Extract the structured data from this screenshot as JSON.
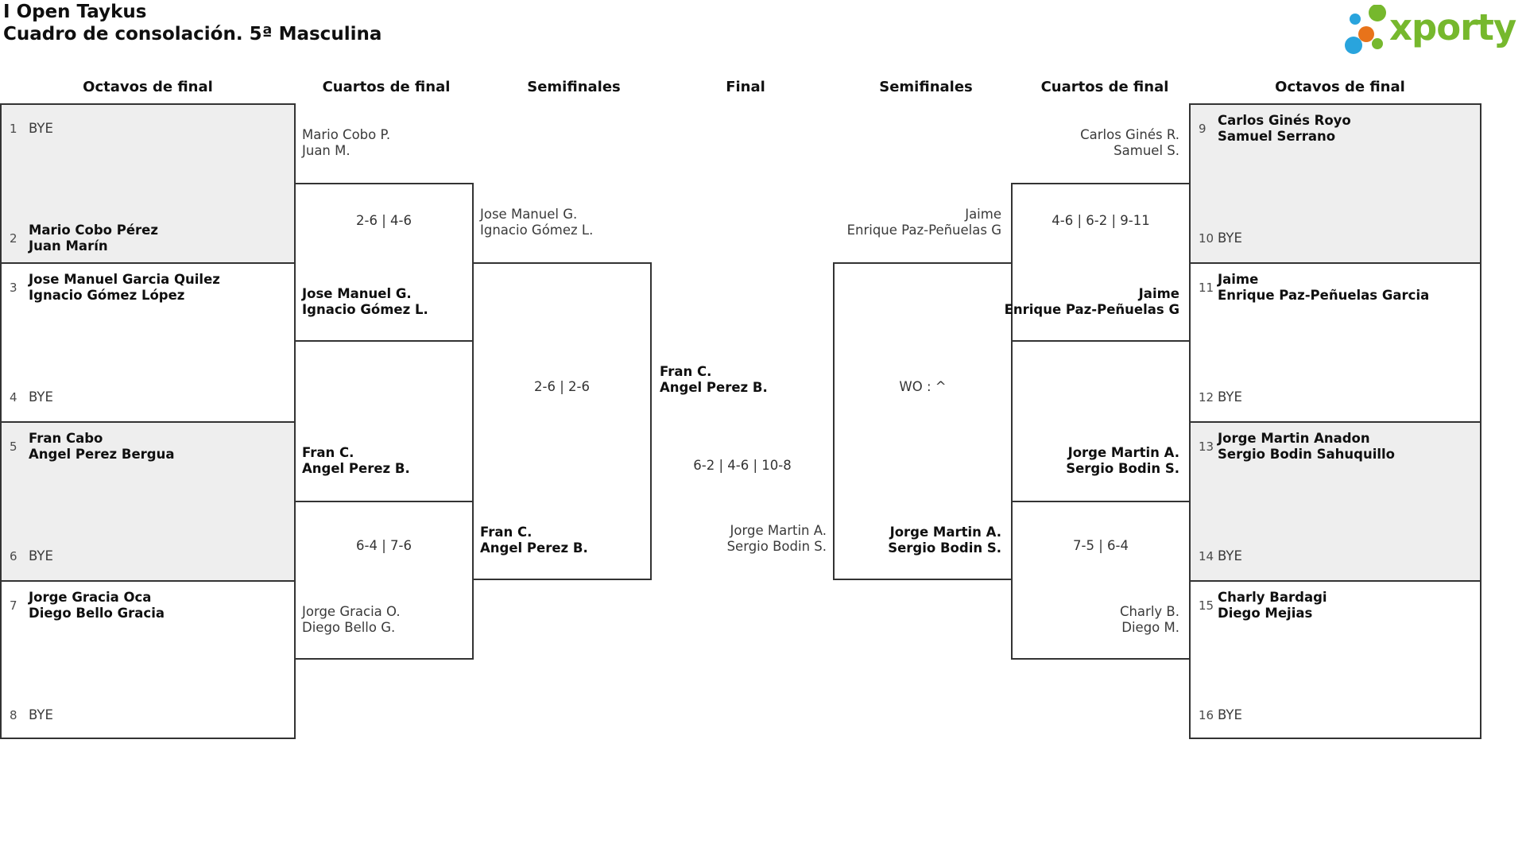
{
  "title": {
    "line1": "I Open Taykus",
    "line2": "Cuadro de consolación. 5ª Masculina"
  },
  "logo": {
    "brand": "xporty",
    "colors": {
      "green": "#76b82d",
      "blue": "#29a4dd",
      "orange": "#e8731a"
    }
  },
  "round_headers": [
    "Octavos de final",
    "Cuartos de final",
    "Semifinales",
    "Final",
    "Semifinales",
    "Cuartos de final",
    "Octavos de final"
  ],
  "colors": {
    "box_fill_grey": "#eeeeee",
    "border": "#333333",
    "winner_text": "#0f0f0f",
    "loser_text": "#3a3a3a"
  },
  "seeds": [
    {
      "n": "1",
      "name1": "BYE"
    },
    {
      "n": "2",
      "name1": "Mario Cobo Pérez",
      "name2": "Juan Marín"
    },
    {
      "n": "3",
      "name1": "Jose Manuel Garcia Quilez",
      "name2": "Ignacio Gómez López"
    },
    {
      "n": "4",
      "name1": "BYE"
    },
    {
      "n": "5",
      "name1": "Fran Cabo",
      "name2": "Angel Perez Bergua"
    },
    {
      "n": "6",
      "name1": "BYE"
    },
    {
      "n": "7",
      "name1": "Jorge Gracia Oca",
      "name2": "Diego Bello Gracia"
    },
    {
      "n": "8",
      "name1": "BYE"
    },
    {
      "n": "9",
      "name1": "Carlos Ginés Royo",
      "name2": "Samuel Serrano"
    },
    {
      "n": "10",
      "name1": "BYE"
    },
    {
      "n": "11",
      "name1": "Jaime",
      "name2": "Enrique Paz-Peñuelas Garcia"
    },
    {
      "n": "12",
      "name1": "BYE"
    },
    {
      "n": "13",
      "name1": "Jorge Martin Anadon",
      "name2": "Sergio Bodin Sahuquillo"
    },
    {
      "n": "14",
      "name1": "BYE"
    },
    {
      "n": "15",
      "name1": "Charly Bardagi",
      "name2": "Diego Mejias"
    },
    {
      "n": "16",
      "name1": "BYE"
    }
  ],
  "matches": {
    "qf_left_top": {
      "team1": [
        "Mario Cobo P.",
        "Juan M."
      ],
      "score": "2-6 | 4-6",
      "team2": [
        "Jose Manuel G.",
        "Ignacio Gómez L."
      ]
    },
    "qf_left_bottom": {
      "team1": [
        "Fran C.",
        "Angel Perez B."
      ],
      "score": "6-4 | 7-6",
      "team2": [
        "Jorge Gracia O.",
        "Diego Bello G."
      ]
    },
    "sf_left": {
      "team1": [
        "Jose Manuel G.",
        "Ignacio Gómez L."
      ],
      "score": "2-6 | 2-6",
      "team2": [
        "Fran C.",
        "Angel Perez B."
      ]
    },
    "final": {
      "team1": [
        "Fran C.",
        "Angel Perez B."
      ],
      "score": "6-2 | 4-6 | 10-8",
      "team2": [
        "Jorge Martin A.",
        "Sergio Bodin S."
      ]
    },
    "sf_right": {
      "team1": [
        "Jaime",
        "Enrique Paz-Peñuelas G"
      ],
      "score": "WO : ^",
      "team2": [
        "Jorge Martin A.",
        "Sergio Bodin S."
      ]
    },
    "qf_right_top": {
      "team1": [
        "Carlos Ginés R.",
        "Samuel S."
      ],
      "score": "4-6 | 6-2 | 9-11",
      "team2": [
        "Jaime",
        "Enrique Paz-Peñuelas G"
      ]
    },
    "qf_right_bottom": {
      "team1": [
        "Jorge Martin A.",
        "Sergio Bodin S."
      ],
      "score": "7-5 | 6-4",
      "team2": [
        "Charly B.",
        "Diego M."
      ]
    }
  }
}
